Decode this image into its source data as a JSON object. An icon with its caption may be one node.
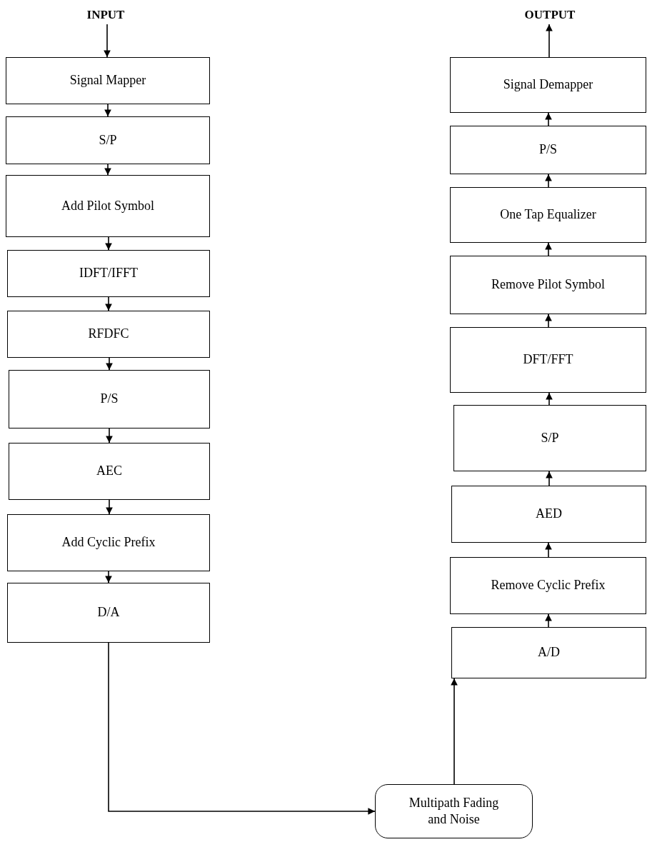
{
  "diagram": {
    "nodes": [
      {
        "text": [
          "INPUT"
        ]
      },
      {
        "text": [
          "OUTPUT"
        ]
      },
      {
        "text": [
          "Signal Mapper"
        ]
      },
      {
        "text": [
          "S/P"
        ]
      },
      {
        "text": [
          "Add Pilot Symbol"
        ]
      },
      {
        "text": [
          "IDFT/IFFT"
        ]
      },
      {
        "text": [
          "RFDFC"
        ]
      },
      {
        "text": [
          "P/S"
        ]
      },
      {
        "text": [
          "AEC"
        ]
      },
      {
        "text": [
          "Add Cyclic Prefix"
        ]
      },
      {
        "text": [
          "D/A"
        ]
      },
      {
        "text": [
          "Signal Demapper"
        ]
      },
      {
        "text": [
          "P/S"
        ]
      },
      {
        "text": [
          "One Tap Equalizer"
        ]
      },
      {
        "text": [
          "Remove Pilot Symbol"
        ]
      },
      {
        "text": [
          "DFT/FFT"
        ]
      },
      {
        "text": [
          "S/P"
        ]
      },
      {
        "text": [
          "AED"
        ]
      },
      {
        "text": [
          "Remove Cyclic Prefix"
        ]
      },
      {
        "text": [
          "A/D"
        ]
      },
      {
        "text": [
          "Multipath Fading and Noise"
        ]
      }
    ],
    "edges": [
      {
        "from": 0,
        "to": 2,
        "arrow": "to"
      },
      {
        "from": 2,
        "to": 3,
        "arrow": "to"
      },
      {
        "from": 3,
        "to": 4,
        "arrow": "to"
      },
      {
        "from": 4,
        "to": 5,
        "arrow": "to"
      },
      {
        "from": 5,
        "to": 6,
        "arrow": "to"
      },
      {
        "from": 6,
        "to": 7,
        "arrow": "to"
      },
      {
        "from": 7,
        "to": 8,
        "arrow": "to"
      },
      {
        "from": 8,
        "to": 9,
        "arrow": "to"
      },
      {
        "from": 9,
        "to": 10,
        "arrow": "to"
      },
      {
        "from": 10,
        "to": 20,
        "arrow": "to"
      },
      {
        "from": 20,
        "to": 19,
        "arrow": "to"
      },
      {
        "from": 19,
        "to": 18,
        "arrow": "to"
      },
      {
        "from": 18,
        "to": 17,
        "arrow": "to"
      },
      {
        "from": 17,
        "to": 16,
        "arrow": "to"
      },
      {
        "from": 16,
        "to": 15,
        "arrow": "to"
      },
      {
        "from": 15,
        "to": 14,
        "arrow": "to"
      },
      {
        "from": 14,
        "to": 13,
        "arrow": "to"
      },
      {
        "from": 13,
        "to": 12,
        "arrow": "to"
      },
      {
        "from": 12,
        "to": 11,
        "arrow": "to"
      },
      {
        "from": 11,
        "to": 1,
        "arrow": "to"
      }
    ]
  }
}
